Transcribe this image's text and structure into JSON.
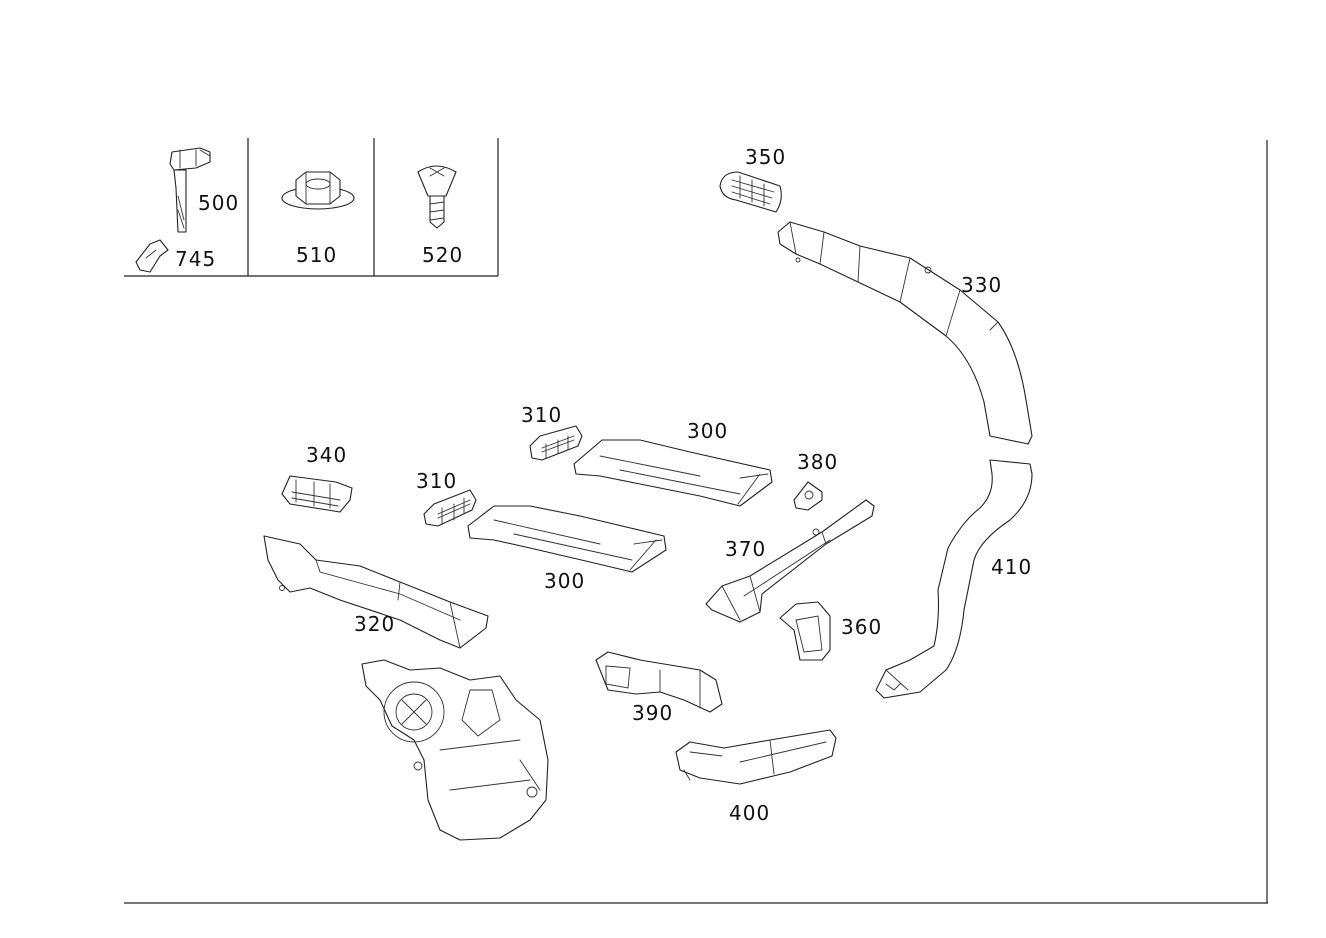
{
  "parts": [
    {
      "key": "p500",
      "number": "500"
    },
    {
      "key": "p745",
      "number": "745"
    },
    {
      "key": "p510",
      "number": "510"
    },
    {
      "key": "p520",
      "number": "520"
    },
    {
      "key": "p350",
      "number": "350"
    },
    {
      "key": "p330",
      "number": "330"
    },
    {
      "key": "p310a",
      "number": "310"
    },
    {
      "key": "p300a",
      "number": "300"
    },
    {
      "key": "p380",
      "number": "380"
    },
    {
      "key": "p340",
      "number": "340"
    },
    {
      "key": "p310b",
      "number": "310"
    },
    {
      "key": "p370",
      "number": "370"
    },
    {
      "key": "p410",
      "number": "410"
    },
    {
      "key": "p300b",
      "number": "300"
    },
    {
      "key": "p320",
      "number": "320"
    },
    {
      "key": "p360",
      "number": "360"
    },
    {
      "key": "p390",
      "number": "390"
    },
    {
      "key": "p400",
      "number": "400"
    }
  ]
}
